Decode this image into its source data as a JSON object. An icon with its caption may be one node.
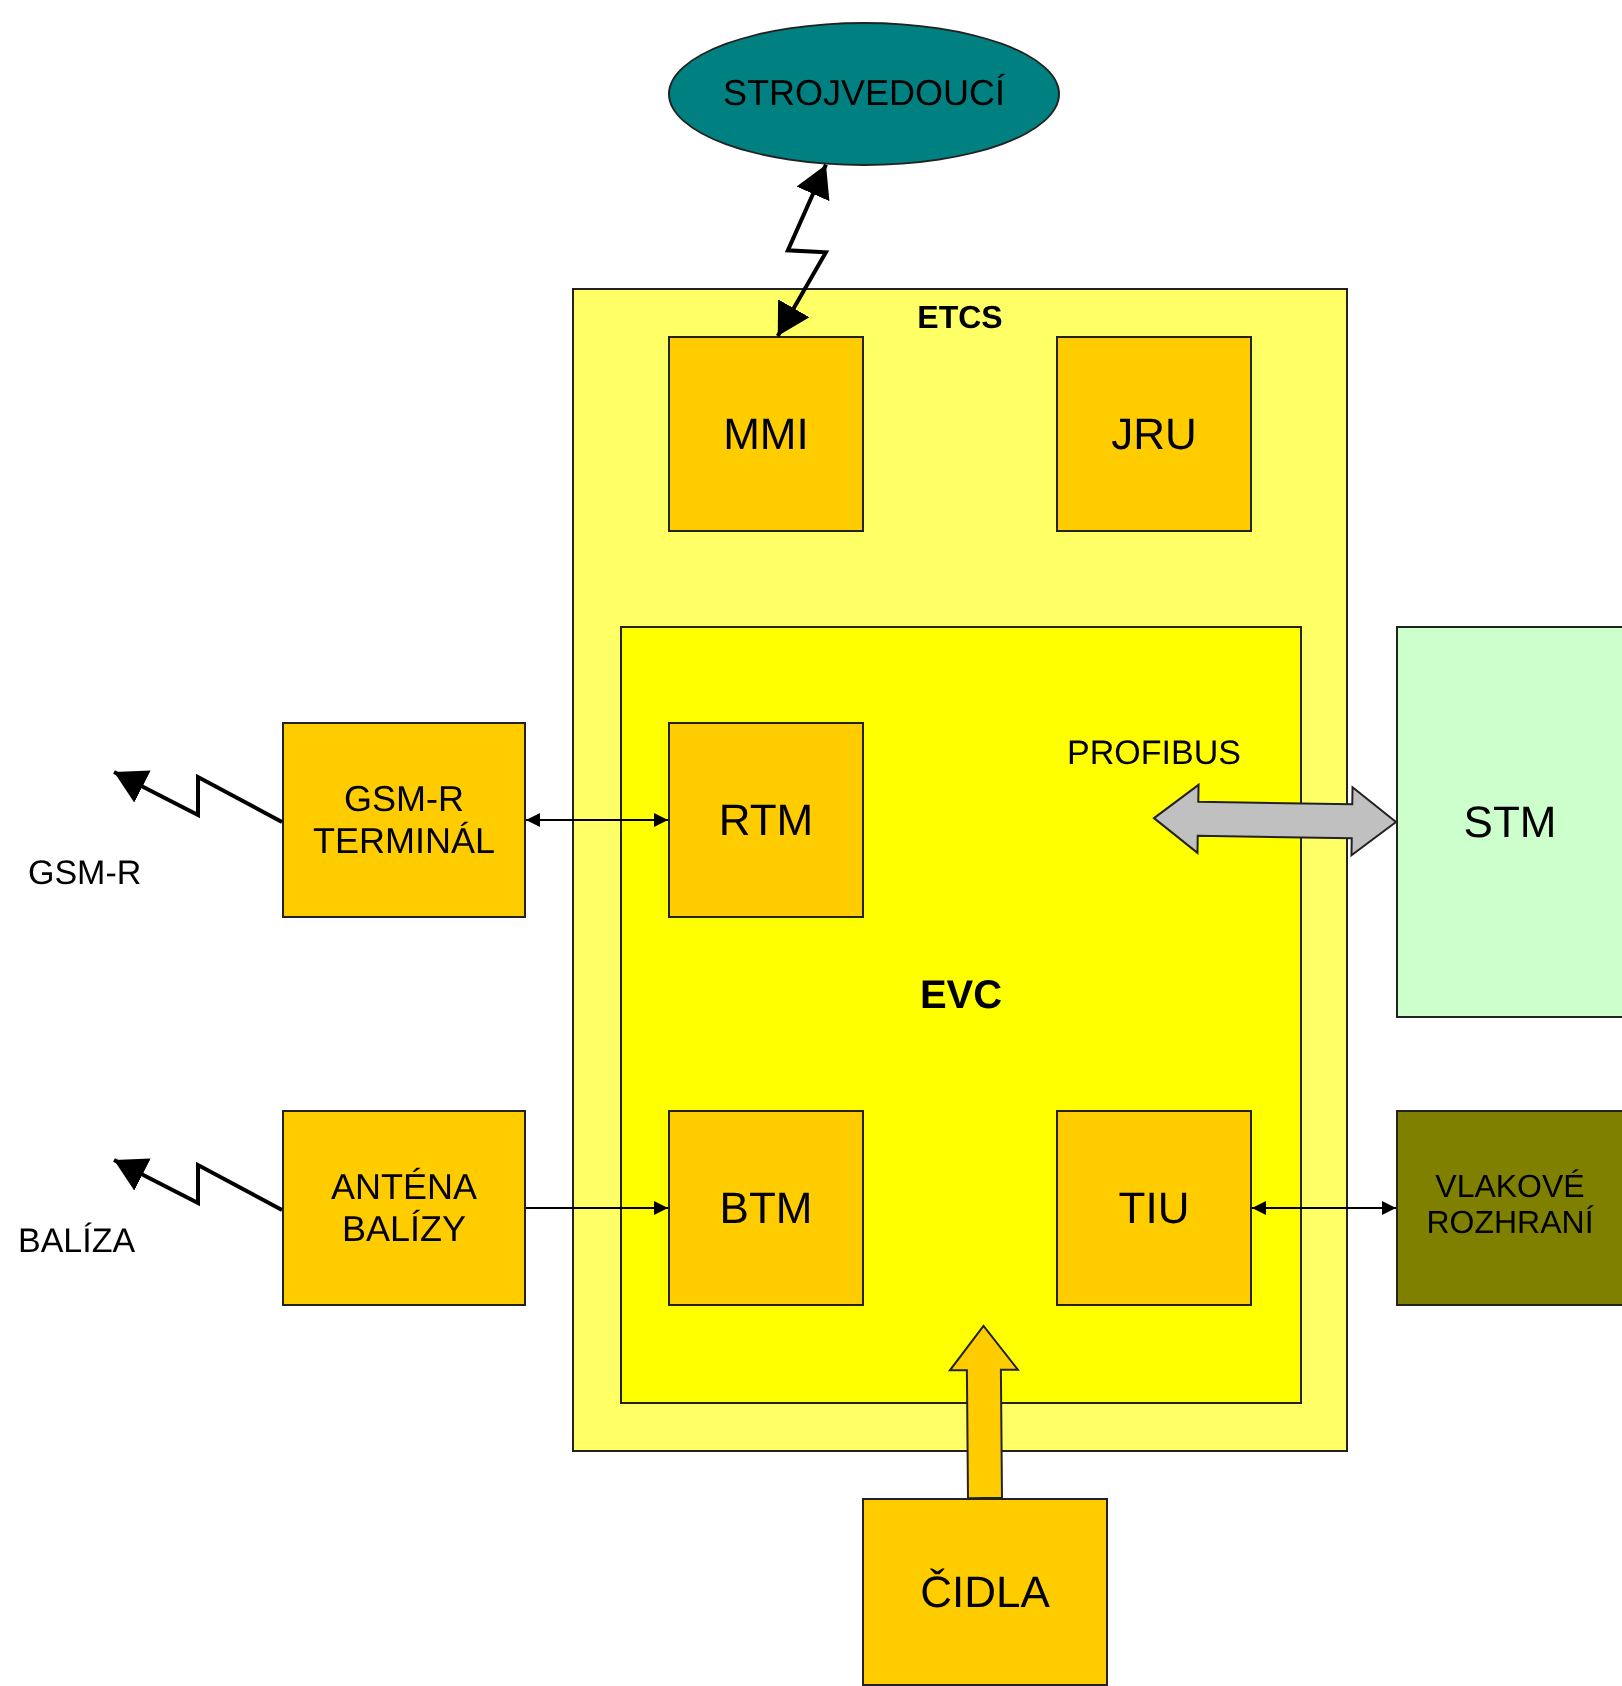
{
  "diagram": {
    "nodes": [
      {
        "text": [
          "STROJVEDOUCÍ"
        ]
      },
      {
        "text": [
          "ETCS"
        ]
      },
      {
        "text": [
          "MMI"
        ],
        "in": 1
      },
      {
        "text": [
          "JRU"
        ],
        "in": 1
      },
      {
        "text": [
          "EVC"
        ],
        "in": 1
      },
      {
        "text": [
          "RTM"
        ],
        "in": 4
      },
      {
        "text": [
          "BTM"
        ],
        "in": 4
      },
      {
        "text": [
          "TIU"
        ],
        "in": 4
      },
      {
        "text": [
          "GSM-R TERMINÁL"
        ]
      },
      {
        "text": [
          "ANTÉNA BALÍZY"
        ]
      },
      {
        "text": [
          "STM"
        ]
      },
      {
        "text": [
          "VLAKOVÉ ROZHRANÍ"
        ]
      },
      {
        "text": [
          "ČIDLA"
        ]
      }
    ],
    "edges": [
      {
        "from": 2,
        "to": 0,
        "arrow": "both"
      },
      {
        "from": 8,
        "to": 5,
        "arrow": "both"
      },
      {
        "from": 9,
        "to": 6,
        "arrow": "to"
      },
      {
        "from": 7,
        "to": 11,
        "arrow": "both"
      },
      {
        "from": 4,
        "to": 10,
        "arrow": "both",
        "label": "PROFIBUS",
        "style": "thick",
        "color": "#c0c0c0"
      },
      {
        "from": 12,
        "to": 4,
        "arrow": "to",
        "style": "thick",
        "color": "#ffcc00"
      },
      {
        "from": 8,
        "to": null,
        "arrow": "to"
      },
      {
        "from": 9,
        "to": null,
        "arrow": "to"
      }
    ],
    "labels": [
      "GSM-R",
      "BALÍZA"
    ]
  }
}
